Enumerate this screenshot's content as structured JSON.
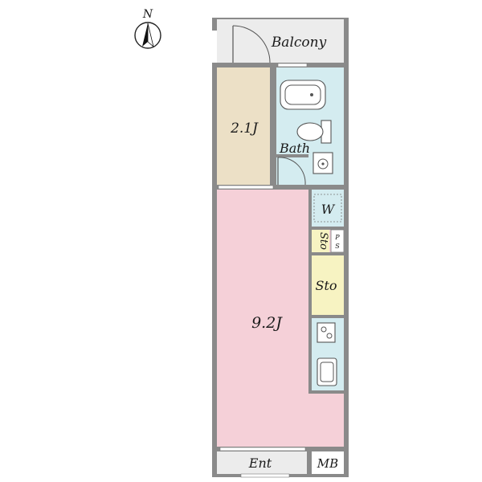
{
  "compass": {
    "label": "N"
  },
  "rooms": {
    "balcony": {
      "label": "Balcony",
      "color": "#ececec"
    },
    "western_room": {
      "label": "2.1J",
      "color": "#ece0c6"
    },
    "bath": {
      "label": "Bath",
      "color": "#d4ecf0"
    },
    "main_room": {
      "label": "9.2J",
      "color": "#f5d0d8"
    },
    "washer": {
      "label": "W",
      "color": "#d4ecf0"
    },
    "storage_small": {
      "label": "Sto",
      "color": "#f7f3c2"
    },
    "pipe_space": {
      "label": "P\nS",
      "line1": "P",
      "line2": "S"
    },
    "storage": {
      "label": "Sto",
      "color": "#f7f3c2"
    },
    "kitchen": {
      "color": "#d4ecf0"
    },
    "entrance": {
      "label": "Ent",
      "color": "#ececec"
    },
    "meter_box": {
      "label": "MB"
    }
  },
  "colors": {
    "wall": "#8a8a8a",
    "line": "#555555"
  }
}
